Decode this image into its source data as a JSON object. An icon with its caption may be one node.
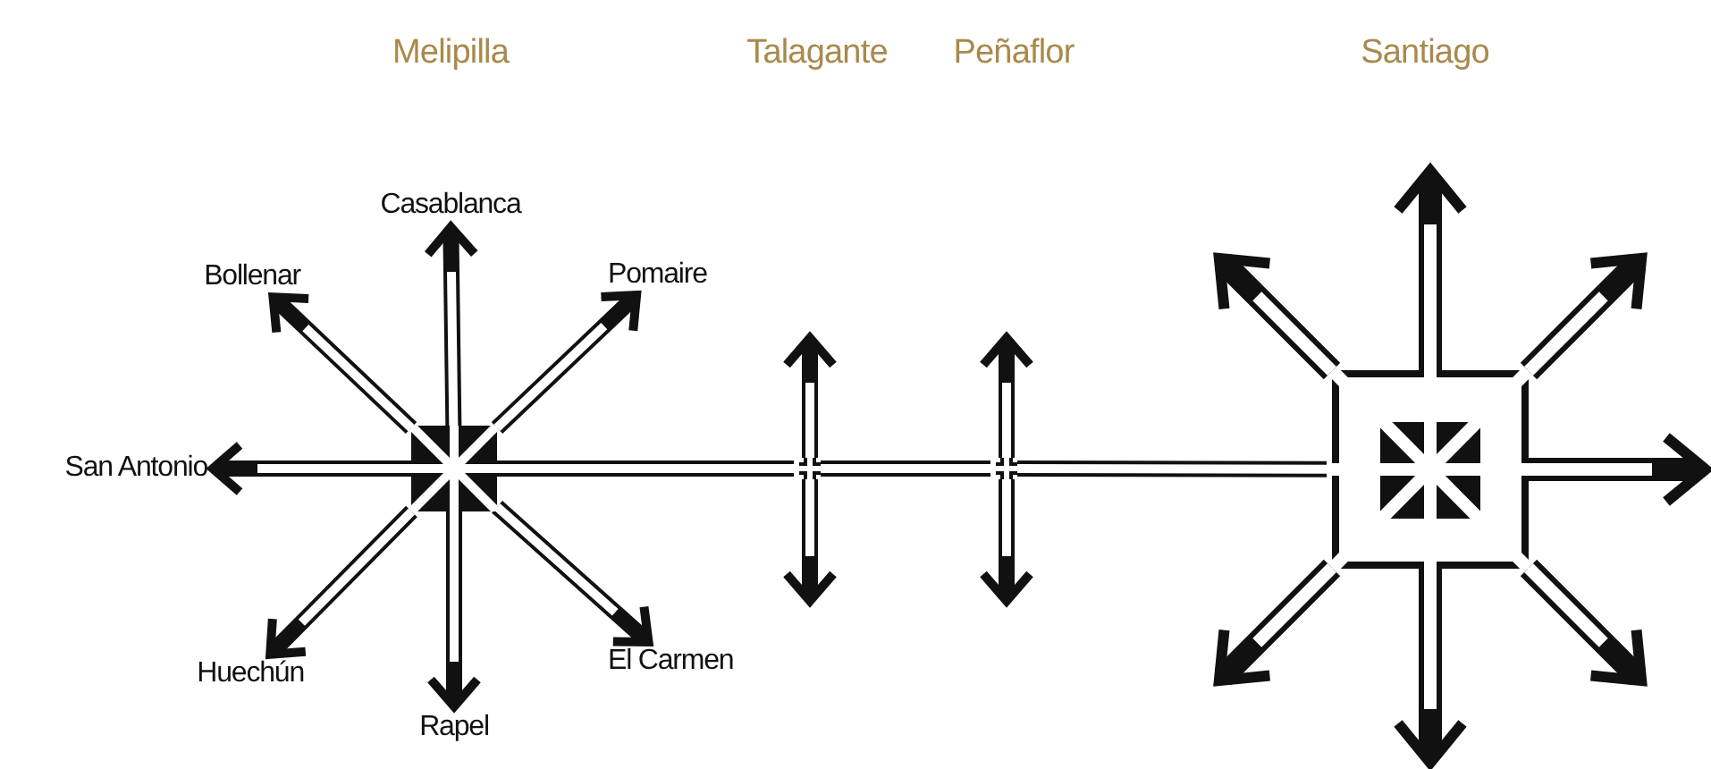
{
  "diagram": {
    "nodes": [
      {
        "text": [],
        "shape": "box"
      },
      {
        "text": [
          "Casablanca"
        ]
      },
      {
        "text": [
          "Pomaire"
        ]
      },
      {
        "text": [
          "El Carmen"
        ]
      },
      {
        "text": [
          "Rapel"
        ]
      },
      {
        "text": [
          "Huechún"
        ]
      },
      {
        "text": [
          "San Antonio"
        ]
      },
      {
        "text": [
          "Bollenar"
        ]
      },
      {
        "text": [],
        "shape": "point"
      },
      {
        "text": [],
        "shape": "point"
      },
      {
        "text": [],
        "shape": "box"
      }
    ],
    "edges": [
      {
        "from": 0,
        "to": 1,
        "arrow": "to"
      },
      {
        "from": 0,
        "to": 2,
        "arrow": "to"
      },
      {
        "from": 0,
        "to": 3,
        "arrow": "to"
      },
      {
        "from": 0,
        "to": 4,
        "arrow": "to"
      },
      {
        "from": 0,
        "to": 5,
        "arrow": "to"
      },
      {
        "from": 0,
        "to": 6,
        "arrow": "to"
      },
      {
        "from": 0,
        "to": 7,
        "arrow": "to"
      },
      {
        "from": 0,
        "to": 8,
        "arrow": "none"
      },
      {
        "from": 8,
        "to": 9,
        "arrow": "none"
      },
      {
        "from": 9,
        "to": 10,
        "arrow": "none"
      },
      {
        "from": 8,
        "to": null,
        "arrow": "to"
      },
      {
        "from": 8,
        "to": null,
        "arrow": "to"
      },
      {
        "from": 9,
        "to": null,
        "arrow": "to"
      },
      {
        "from": 9,
        "to": null,
        "arrow": "to"
      },
      {
        "from": 10,
        "to": null,
        "arrow": "to"
      },
      {
        "from": 10,
        "to": null,
        "arrow": "to"
      },
      {
        "from": 10,
        "to": null,
        "arrow": "to"
      },
      {
        "from": 10,
        "to": null,
        "arrow": "to"
      },
      {
        "from": 10,
        "to": null,
        "arrow": "to"
      },
      {
        "from": 10,
        "to": null,
        "arrow": "to"
      },
      {
        "from": 10,
        "to": null,
        "arrow": "to"
      }
    ],
    "labels": [
      "Melipilla",
      "Talagante",
      "Peñaflor",
      "Santiago"
    ]
  }
}
